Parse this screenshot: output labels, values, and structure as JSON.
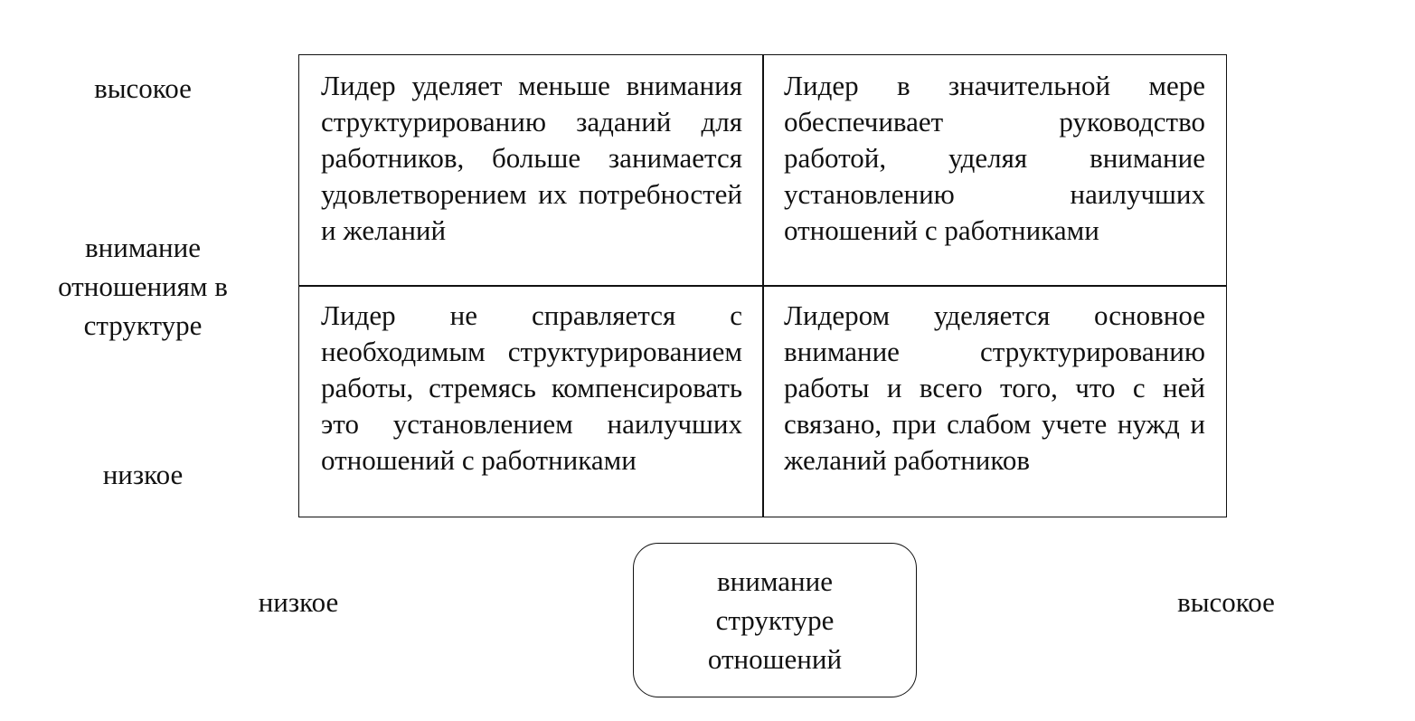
{
  "y_axis": {
    "high": "высокое",
    "title": "внимание отношениям в структуре",
    "low": "низкое"
  },
  "x_axis": {
    "low": "низкое",
    "title": "внимание структуре отношений",
    "high": "высокое"
  },
  "cells": {
    "top_left": "Лидер уделяет меньше внимания структурированию заданий для работников, больше занимается удовлетворением их потребностей и желаний",
    "top_right": "Лидер в значительной мере обеспечивает руководство работой, уделяя внимание установлению наилучших отношений с работниками",
    "bottom_left": "Лидер не справляется с необходимым структурированием работы, стремясь компенсировать это установлением наилучших отношений с работниками",
    "bottom_right": "Лидером уделяется основное внимание структурированию работы и всего того, что с ней связано, при слабом учете нужд и желаний работников"
  }
}
